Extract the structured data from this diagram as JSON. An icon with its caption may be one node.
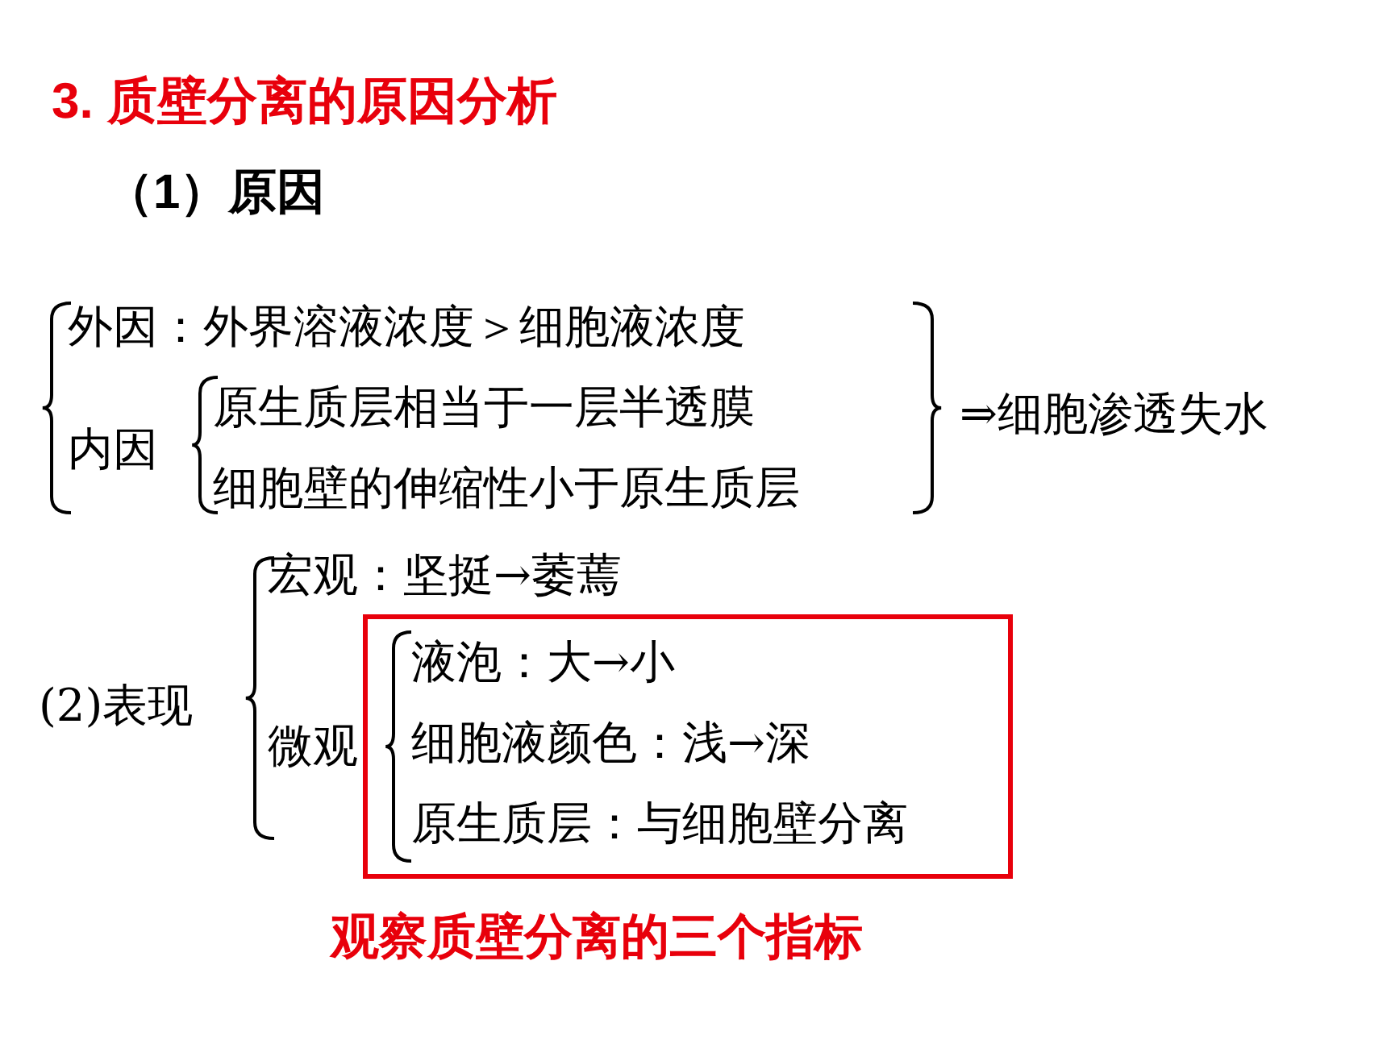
{
  "diagram": {
    "title": "3. 质壁分离的原因分析",
    "nodes": [
      {
        "text": [
          "液泡：大→小",
          "细胞液颜色：浅→深",
          "原生质层：与细胞壁分离"
        ],
        "beside": [
          "观察质壁分离的三个指标"
        ]
      }
    ],
    "edges": [],
    "labels": [
      "（1）原因",
      "外因：外界溶液浓度＞细胞液浓度",
      "内因",
      "原生质层相当于一层半透膜",
      "细胞壁的伸缩性小于原生质层",
      "⇒细胞渗透失水",
      "宏观：坚挺→萎蔫",
      "(2)表现",
      "微观"
    ]
  }
}
